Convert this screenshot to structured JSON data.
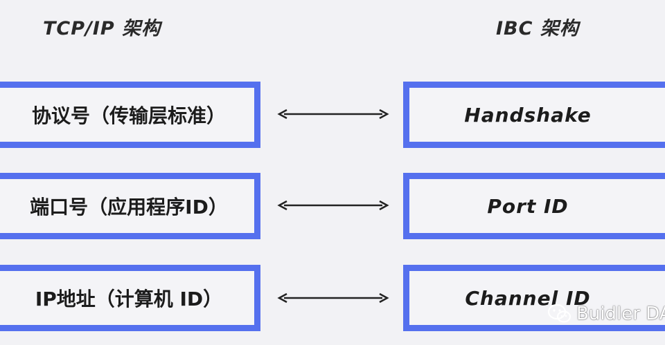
{
  "left_column": {
    "title": "TCP/IP 架构",
    "items": [
      "协议号（传输层标准）",
      "端口号（应用程序ID）",
      "IP地址（计算机 ID）"
    ]
  },
  "right_column": {
    "title": "IBC 架构",
    "items": [
      "Handshake",
      "Port ID",
      "Channel ID"
    ]
  },
  "colors": {
    "box_border": "#5570ee",
    "background": "#f2f2f5",
    "arrow": "#222222"
  },
  "watermark": {
    "icon": "wechat-icon",
    "text": "Buidler DA"
  }
}
